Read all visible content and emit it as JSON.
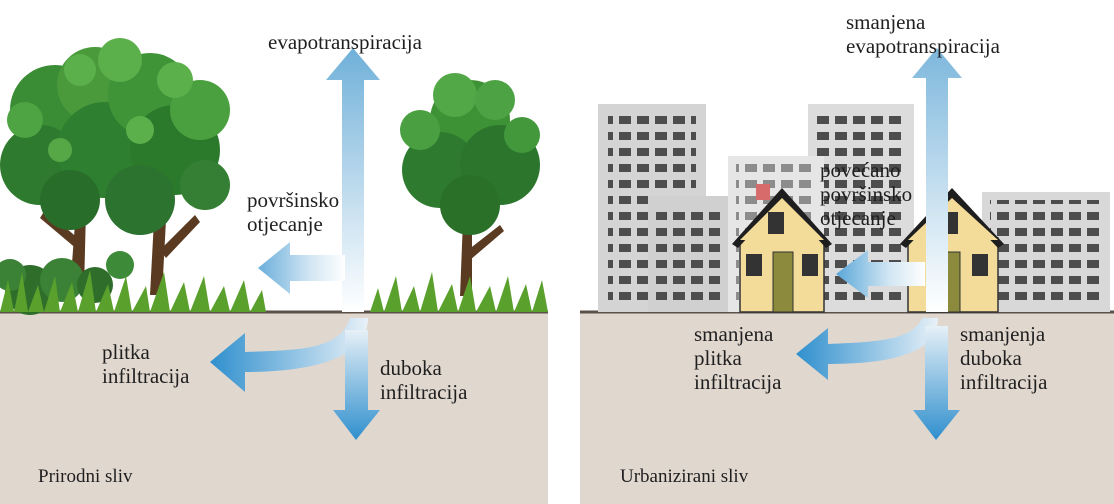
{
  "left_panel": {
    "caption": "Prirodni sliv",
    "labels": {
      "evapotranspiration": "evapotranspiracija",
      "surface_runoff": "površinsko\notjecanje",
      "shallow_infiltration": "plitka\ninfiltracija",
      "deep_infiltration": "duboka\ninfiltracija"
    }
  },
  "right_panel": {
    "caption": "Urbanizirani sliv",
    "labels": {
      "evapotranspiration": "smanjena\nevapotranspiracija",
      "surface_runoff": "povećano\npovršinsko\notjecanje",
      "shallow_infiltration": "smanjena\nplitka\ninfiltracija",
      "deep_infiltration": "smanjenja\nduboka\ninfiltracija"
    }
  },
  "colors": {
    "ground": "#e0d7cf",
    "ground_line": "#5b5048",
    "foliage": "#2e7d32",
    "grass": "#5aa02c",
    "arrow": "#4aa0d4",
    "building": "#c8c8c8",
    "house_wall": "#f3dc9a"
  }
}
